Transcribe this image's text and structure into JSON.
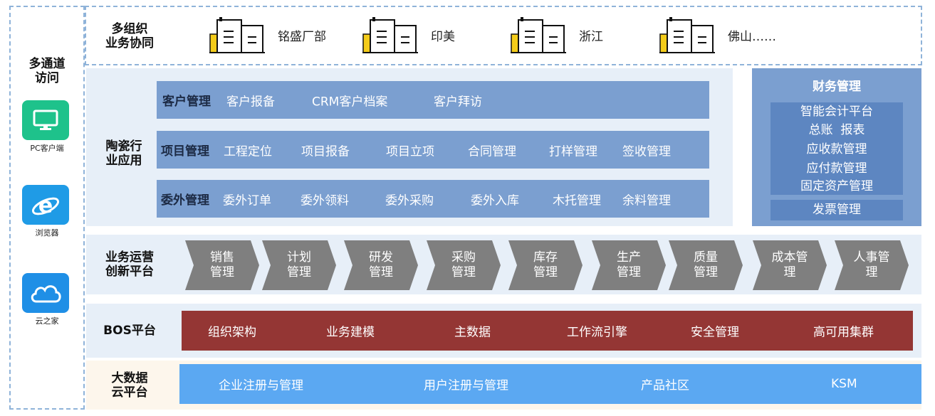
{
  "left": {
    "title": "多通道\n访问",
    "channels": [
      {
        "icon": "monitor-icon",
        "label": "PC客户端",
        "color": "#1ec28b"
      },
      {
        "icon": "browser-e-icon",
        "label": "浏览器",
        "color": "#1f9be6"
      },
      {
        "icon": "cloud-icon",
        "label": "云之家",
        "color": "#1f8fe6"
      }
    ]
  },
  "multi_org": {
    "label": "多组织\n业务协同",
    "orgs": [
      "铭盛厂部",
      "印美",
      "浙江",
      "佛山……"
    ]
  },
  "ceramic": {
    "label": "陶瓷行\n业应用",
    "rows": [
      {
        "head": "客户管理",
        "items": [
          "客户报备",
          "CRM客户档案",
          "客户拜访"
        ]
      },
      {
        "head": "项目管理",
        "items": [
          "工程定位",
          "项目报备",
          "项目立项",
          "合同管理",
          "打样管理",
          "签收管理"
        ]
      },
      {
        "head": "委外管理",
        "items": [
          "委外订单",
          "委外领料",
          "委外采购",
          "委外入库",
          "木托管理",
          "余料管理"
        ]
      }
    ]
  },
  "finance": {
    "title": "财务管理",
    "items": [
      "智能会计平台",
      "总账  报表",
      "应收款管理",
      "应付款管理",
      "固定资产管理"
    ],
    "extra": "发票管理"
  },
  "ops": {
    "label": "业务运营\n创新平台",
    "items": [
      "销售\n管理",
      "计划\n管理",
      "研发\n管理",
      "采购\n管理",
      "库存\n管理",
      "生产\n管理",
      "质量\n管理",
      "成本管\n理",
      "人事管\n理"
    ]
  },
  "bos": {
    "label": "BOS平台",
    "items": [
      "组织架构",
      "业务建模",
      "主数据",
      "工作流引擎",
      "安全管理",
      "高可用集群"
    ]
  },
  "bigdata": {
    "label": "大数据\n云平台",
    "items": [
      "企业注册与管理",
      "用户注册与管理",
      "产品社区",
      "KSM"
    ]
  },
  "colors": {
    "row_bar": "#7b9fd0",
    "finance_bg": "#7b9fd0",
    "chevron": "#7f7f7f",
    "bos_bar": "#943634",
    "bigdata_bar": "#5ba8f2",
    "band_bg": "#e7eff8"
  }
}
